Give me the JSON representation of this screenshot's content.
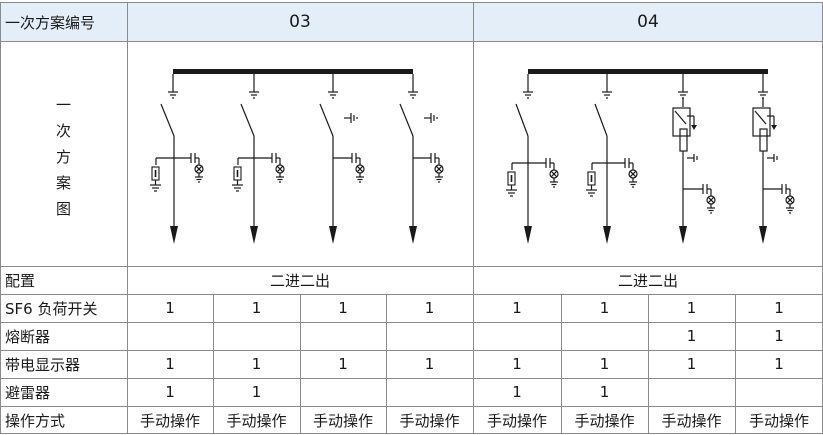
{
  "header": {
    "title": "一次方案编号",
    "groups": [
      "03",
      "04"
    ]
  },
  "diagram_label": [
    "一",
    "次",
    "方",
    "案",
    "图"
  ],
  "config": {
    "label": "配置",
    "groups": [
      "二进二出",
      "二进二出"
    ]
  },
  "rows": [
    {
      "label": "SF6 负荷开关",
      "values": [
        "1",
        "1",
        "1",
        "1",
        "1",
        "1",
        "1",
        "1"
      ]
    },
    {
      "label": "熔断器",
      "values": [
        "",
        "",
        "",
        "",
        "",
        "",
        "1",
        "1"
      ]
    },
    {
      "label": "带电显示器",
      "values": [
        "1",
        "1",
        "1",
        "1",
        "1",
        "1",
        "1",
        "1"
      ]
    },
    {
      "label": "避雷器",
      "values": [
        "1",
        "1",
        "",
        "",
        "1",
        "1",
        "",
        ""
      ]
    },
    {
      "label": "操作方式",
      "values": [
        "手动操作",
        "手动操作",
        "手动操作",
        "手动操作",
        "手动操作",
        "手动操作",
        "手动操作",
        "手动操作"
      ]
    }
  ],
  "colors": {
    "header_bg": "#e3eef8",
    "grid": "#8a8a8a",
    "ink": "#1a1a1a"
  }
}
